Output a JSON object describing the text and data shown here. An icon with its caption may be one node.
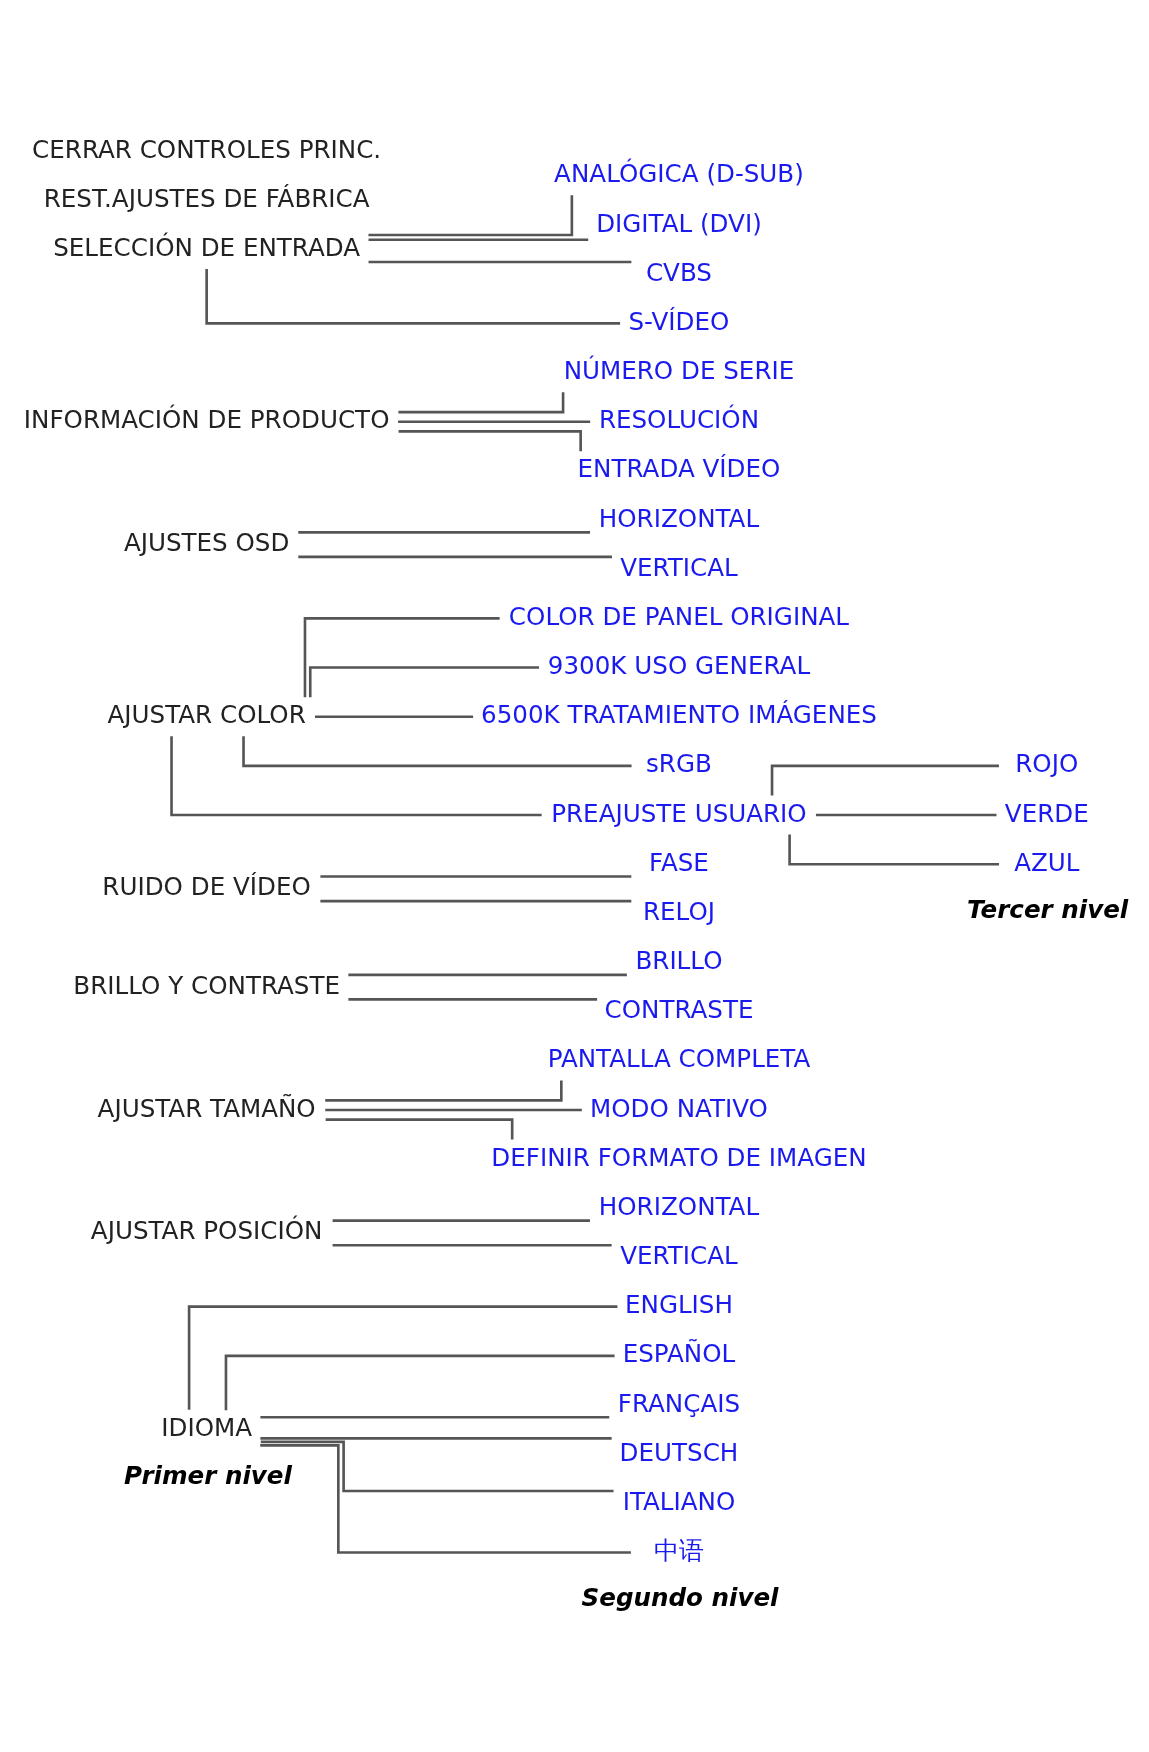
{
  "diagram": {
    "nodes": [
      {
        "text": [
          "IDIOMA"
        ]
      },
      {
        "text": [
          "ENGLISH"
        ]
      },
      {
        "text": [
          "ESPAÑOL"
        ]
      },
      {
        "text": [
          "FRANÇAIS"
        ]
      },
      {
        "text": [
          "DEUTSCH"
        ]
      },
      {
        "text": [
          "ITALIANO"
        ]
      },
      {
        "text": [
          "中语"
        ]
      },
      {
        "text": [
          "AJUSTAR POSICIÓN"
        ]
      },
      {
        "text": [
          "HORIZONTAL"
        ]
      },
      {
        "text": [
          "VERTICAL"
        ]
      },
      {
        "text": [
          "AJUSTAR TAMAÑO"
        ]
      },
      {
        "text": [
          "PANTALLA COMPLETA"
        ]
      },
      {
        "text": [
          "MODO NATIVO"
        ]
      },
      {
        "text": [
          "DEFINIR FORMATO DE IMAGEN"
        ]
      },
      {
        "text": [
          "BRILLO Y CONTRASTE"
        ]
      },
      {
        "text": [
          "BRILLO"
        ]
      },
      {
        "text": [
          "CONTRASTE"
        ]
      },
      {
        "text": [
          "RUIDO DE VÍDEO"
        ]
      },
      {
        "text": [
          "FASE"
        ]
      },
      {
        "text": [
          "RELOJ"
        ]
      },
      {
        "text": [
          "AJUSTAR COLOR"
        ]
      },
      {
        "text": [
          "COLOR DE PANEL ORIGINAL"
        ]
      },
      {
        "text": [
          "9300K USO GENERAL"
        ]
      },
      {
        "text": [
          "6500K TRATAMIENTO IMÁGENES"
        ]
      },
      {
        "text": [
          "sRGB"
        ]
      },
      {
        "text": [
          "PREAJUSTE USUARIO"
        ]
      },
      {
        "text": [
          "ROJO"
        ]
      },
      {
        "text": [
          "VERDE"
        ]
      },
      {
        "text": [
          "AZUL"
        ]
      },
      {
        "text": [
          "AJUSTES OSD"
        ]
      },
      {
        "text": [
          "HORIZONTAL"
        ]
      },
      {
        "text": [
          "VERTICAL"
        ]
      },
      {
        "text": [
          "INFORMACIÓN DE PRODUCTO"
        ]
      },
      {
        "text": [
          "NÚMERO DE SERIE"
        ]
      },
      {
        "text": [
          "RESOLUCIÓN"
        ]
      },
      {
        "text": [
          "ENTRADA VÍDEO"
        ]
      },
      {
        "text": [
          "SELECCIÓN DE ENTRADA"
        ]
      },
      {
        "text": [
          "ANALÓGICA (D-SUB)"
        ]
      },
      {
        "text": [
          "DIGITAL (DVI)"
        ]
      },
      {
        "text": [
          "CVBS"
        ]
      },
      {
        "text": [
          "S-VÍDEO"
        ]
      }
    ],
    "edges": [
      {
        "from": 0,
        "to": 1,
        "arrow": "none"
      },
      {
        "from": 0,
        "to": 2,
        "arrow": "none"
      },
      {
        "from": 0,
        "to": 3,
        "arrow": "none"
      },
      {
        "from": 0,
        "to": 4,
        "arrow": "none"
      },
      {
        "from": 0,
        "to": 5,
        "arrow": "none"
      },
      {
        "from": 0,
        "to": 6,
        "arrow": "none"
      },
      {
        "from": 7,
        "to": 8,
        "arrow": "none"
      },
      {
        "from": 7,
        "to": 9,
        "arrow": "none"
      },
      {
        "from": 10,
        "to": 11,
        "arrow": "none"
      },
      {
        "from": 10,
        "to": 12,
        "arrow": "none"
      },
      {
        "from": 10,
        "to": 13,
        "arrow": "none"
      },
      {
        "from": 14,
        "to": 15,
        "arrow": "none"
      },
      {
        "from": 14,
        "to": 16,
        "arrow": "none"
      },
      {
        "from": 17,
        "to": 18,
        "arrow": "none"
      },
      {
        "from": 17,
        "to": 19,
        "arrow": "none"
      },
      {
        "from": 20,
        "to": 21,
        "arrow": "none"
      },
      {
        "from": 20,
        "to": 22,
        "arrow": "none"
      },
      {
        "from": 20,
        "to": 23,
        "arrow": "none"
      },
      {
        "from": 20,
        "to": 24,
        "arrow": "none"
      },
      {
        "from": 20,
        "to": 25,
        "arrow": "none"
      },
      {
        "from": 25,
        "to": 26,
        "arrow": "none"
      },
      {
        "from": 25,
        "to": 27,
        "arrow": "none"
      },
      {
        "from": 25,
        "to": 28,
        "arrow": "none"
      },
      {
        "from": 29,
        "to": 30,
        "arrow": "none"
      },
      {
        "from": 29,
        "to": 31,
        "arrow": "none"
      },
      {
        "from": 32,
        "to": 33,
        "arrow": "none"
      },
      {
        "from": 32,
        "to": 34,
        "arrow": "none"
      },
      {
        "from": 32,
        "to": 35,
        "arrow": "none"
      },
      {
        "from": 36,
        "to": 37,
        "arrow": "none"
      },
      {
        "from": 36,
        "to": 38,
        "arrow": "none"
      },
      {
        "from": 36,
        "to": 39,
        "arrow": "none"
      },
      {
        "from": 36,
        "to": 40,
        "arrow": "none"
      }
    ],
    "labels": [
      "Primer nivel",
      "Segundo nivel",
      "Tercer nivel",
      "REST.AJUSTES DE FÁBRICA",
      "CERRAR CONTROLES PRINC."
    ]
  }
}
